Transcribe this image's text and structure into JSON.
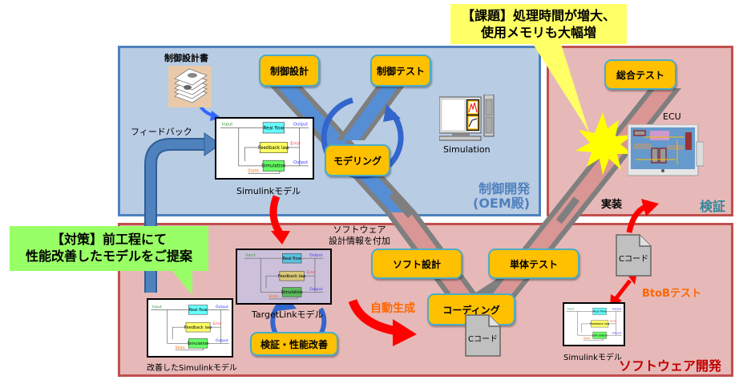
{
  "callouts": {
    "issue": [
      "【課題】処理時間が増大、",
      "使用メモリも大幅増"
    ],
    "proposal": [
      "【対策】前工程にて",
      "性能改善したモデルをご提案"
    ]
  },
  "areas": {
    "control_dev": [
      "制御開発",
      "(OEM殿)"
    ],
    "verification": "検証",
    "software_dev": "ソフトウェア開発"
  },
  "steps": {
    "control_design": "制御設計",
    "control_test": "制御テスト",
    "modeling": "モデリング",
    "integration_test": "総合テスト",
    "soft_design": "ソフト設計",
    "unit_test": "単体テスト",
    "coding": "コーディング",
    "verify_improve": "検証・性能改善"
  },
  "labels": {
    "design_doc": "制御設計書",
    "feedback": "フィードバック",
    "simulink_model": "Simulinkモデル",
    "simulation": "Simulation",
    "ecu": "ECU",
    "implementation": "実装",
    "sw_design_info": [
      "ソフトウェア",
      "設計情報を付加"
    ],
    "targetlink_model": "TargetLinkモデル",
    "improved_model": "改善したSimulinkモデル",
    "auto_generate": "自動生成",
    "c_code": "Cコード",
    "btob_test": "BtoBテスト",
    "simulink_model_right": "Simulinkモデル"
  },
  "model_diagram": {
    "input": "Input",
    "output": "Output",
    "real_flow": "Real flow",
    "feedback_law": "Feedback law",
    "simulation": "Simulation",
    "error": "Error",
    "state": "State"
  },
  "colors": {
    "control_panel_bg": "#b8cce4",
    "control_panel_border": "#4f81bd",
    "red_panel_bg": "#e6b9b8",
    "red_panel_border": "#c0504d",
    "step_fill": "#ffc000",
    "step_border": "#4bacc6",
    "area_title_blue": "#4f81bd",
    "area_title_teal": "#31859c",
    "area_title_red": "#c00000",
    "orange_text": "#ff6600",
    "issue_callout": "#ffff66",
    "proposal_callout": "#99ff66"
  }
}
